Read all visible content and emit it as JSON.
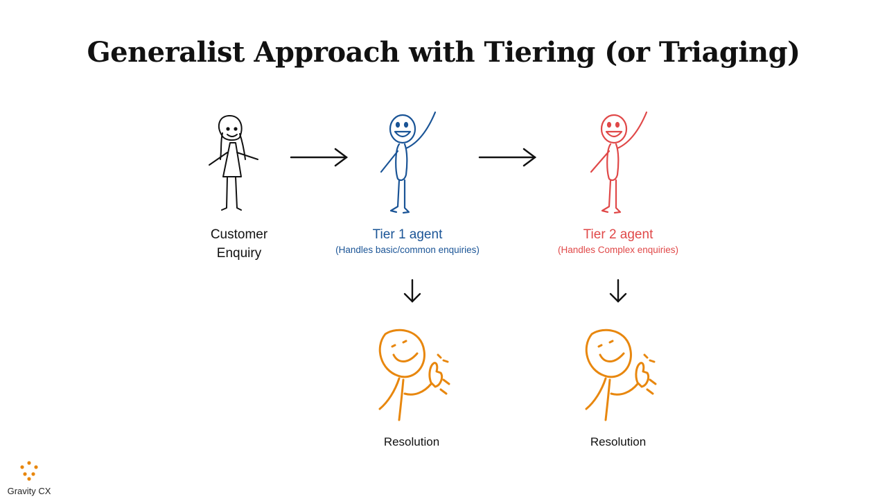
{
  "title": "Generalist Approach with Tiering (or Triaging)",
  "colors": {
    "customer": "#111111",
    "tier1": "#1a5496",
    "tier2": "#e04848",
    "resolution": "#e8870e",
    "text": "#111111"
  },
  "customer": {
    "label_line1": "Customer",
    "label_line2": "Enquiry"
  },
  "tier1": {
    "label": "Tier 1 agent",
    "sublabel": "(Handles basic/common enquiries)"
  },
  "tier2": {
    "label": "Tier 2 agent",
    "sublabel": "(Handles Complex enquiries)"
  },
  "resolution1": {
    "label": "Resolution"
  },
  "resolution2": {
    "label": "Resolution"
  },
  "brand": {
    "name": "Gravity CX"
  },
  "icons": [
    "stick-figure-woman-icon",
    "stick-figure-waving-icon",
    "stick-figure-thumbs-up-icon",
    "arrow-right-icon",
    "arrow-down-icon",
    "dots-logo-icon"
  ]
}
